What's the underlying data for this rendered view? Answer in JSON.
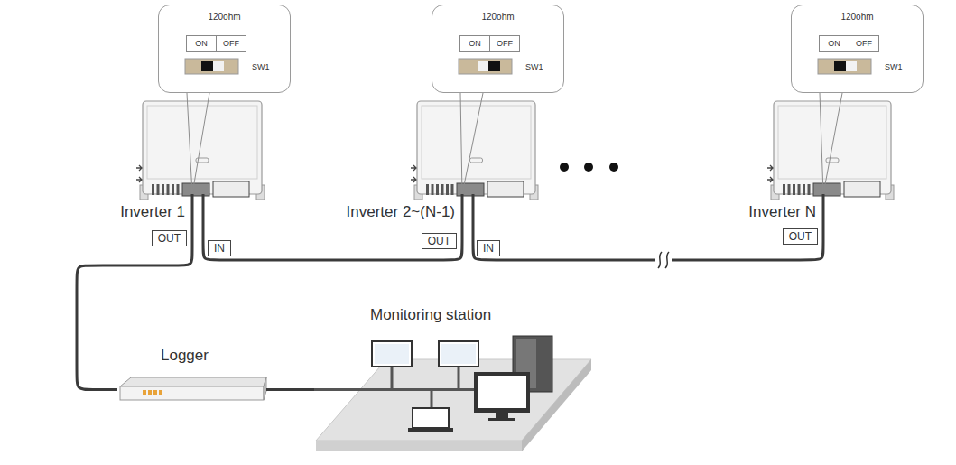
{
  "diagram": {
    "nodes": [
      {
        "text": [
          "120ohm",
          "ON",
          "OFF",
          "SW1"
        ]
      },
      {
        "text": [
          "Inverter 1"
        ]
      },
      {
        "text": [
          "120ohm",
          "ON",
          "OFF",
          "SW1"
        ]
      },
      {
        "text": [
          "Inverter 2~(N-1)"
        ]
      },
      {
        "text": [
          "120ohm",
          "ON",
          "OFF",
          "SW1"
        ]
      },
      {
        "text": [
          "Inverter N"
        ]
      },
      {
        "text": [
          "OUT"
        ]
      },
      {
        "text": [
          "IN"
        ]
      },
      {
        "text": [
          "OUT"
        ]
      },
      {
        "text": [
          "IN"
        ]
      },
      {
        "text": [
          "OUT"
        ]
      },
      {
        "text": [
          "Logger"
        ]
      },
      {
        "text": [
          "Monitoring station"
        ]
      }
    ],
    "edges": [
      {
        "from": 0,
        "to": 1,
        "arrow": "none"
      },
      {
        "from": 2,
        "to": 3,
        "arrow": "none"
      },
      {
        "from": 4,
        "to": 5,
        "arrow": "none"
      },
      {
        "from": 1,
        "to": 11,
        "arrow": "none"
      },
      {
        "from": 1,
        "to": 3,
        "arrow": "none"
      },
      {
        "from": 3,
        "to": 5,
        "arrow": "none"
      },
      {
        "from": 11,
        "to": 12,
        "arrow": "none"
      }
    ]
  }
}
